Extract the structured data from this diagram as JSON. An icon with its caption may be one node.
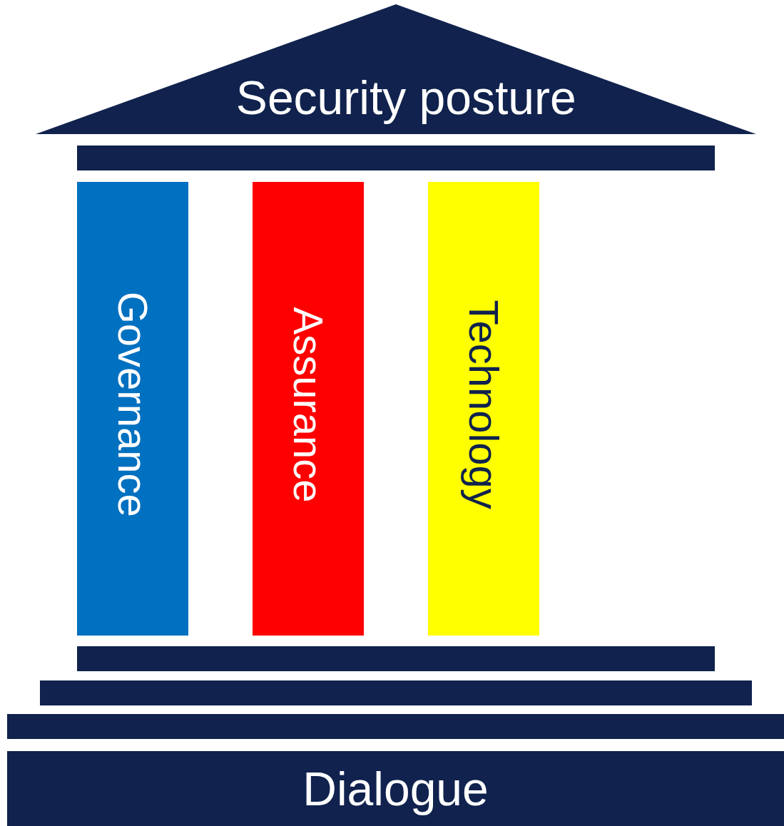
{
  "diagram": {
    "nodes": [
      {
        "text": [
          "Security posture"
        ]
      },
      {
        "text": [],
        "shape": "bar"
      },
      {
        "text": [
          "Governance"
        ]
      },
      {
        "text": [
          "Assurance"
        ]
      },
      {
        "text": [
          "Technology"
        ]
      },
      {
        "text": [],
        "shape": "bar"
      },
      {
        "text": [],
        "shape": "bar"
      },
      {
        "text": [],
        "shape": "bar"
      },
      {
        "text": [
          "Dialogue"
        ]
      }
    ]
  }
}
